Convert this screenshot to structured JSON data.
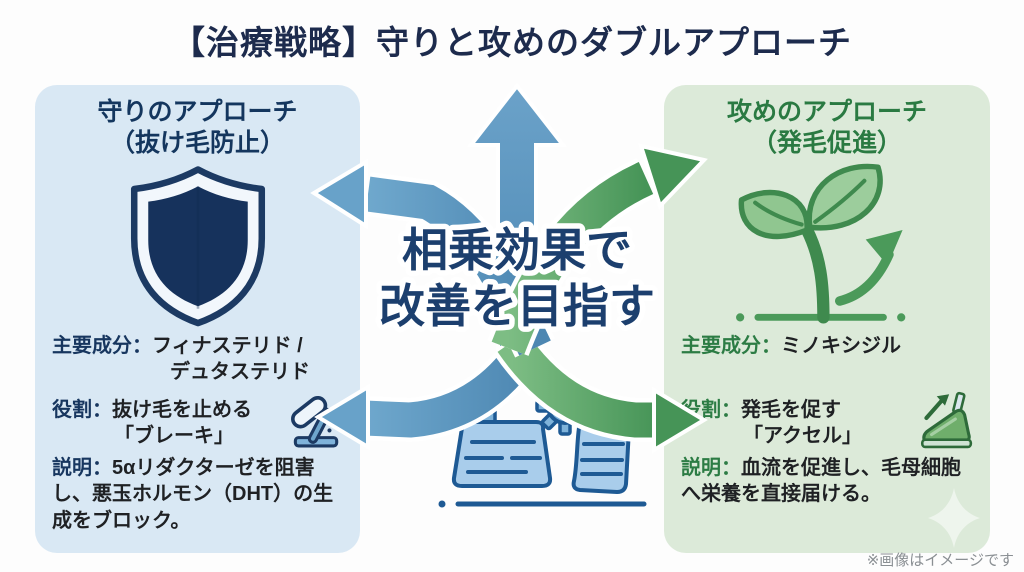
{
  "title": "【治療戦略】守りと攻めのダブルアプローチ",
  "center_message": {
    "line1": "相乗効果で",
    "line2": "改善を目指す"
  },
  "left_panel": {
    "title_line1": "守りのアプローチ",
    "title_line2": "（抜け毛防止）",
    "main_ingredient_label": "主要成分：",
    "main_ingredient_line1": "フィナステリド /",
    "main_ingredient_line2": "デュタステリド",
    "role_label": "役割：",
    "role_line1": "抜け毛を止める",
    "role_line2": "「ブレーキ」",
    "description_label": "説明：",
    "description_text": "5αリダクターゼを阻害し、悪玉ホルモン（DHT）の生成をブロック。",
    "icon": "shield-icon",
    "role_icon": "brake-pedal-icon",
    "accent_color": "#17365f",
    "background_color": "#d9e8f4"
  },
  "right_panel": {
    "title_line1": "攻めのアプローチ",
    "title_line2": "（発毛促進）",
    "main_ingredient_label": "主要成分：",
    "main_ingredient_value": "ミノキシジル",
    "role_label": "役割：",
    "role_line1": "発毛を促す",
    "role_line2": "「アクセル」",
    "description_label": "説明：",
    "description_text": "血流を促進し、毛母細胞へ栄養を直接届ける。",
    "icon": "seedling-growth-icon",
    "role_icon": "accelerator-pedal-icon",
    "accent_color": "#2c7c44",
    "background_color": "#dcead9"
  },
  "footnote": "※画像はイメージです",
  "icons": {
    "center_bottom": "brake-accelerator-pedals-icon",
    "center_graphic": "radiating-arrows",
    "decoration": "sparkle-icon"
  },
  "colors": {
    "title_text": "#1d2b4d",
    "center_text": "#1c3f6e",
    "blue_arrow": "#5b93bf",
    "green_arrow": "#57a466"
  }
}
